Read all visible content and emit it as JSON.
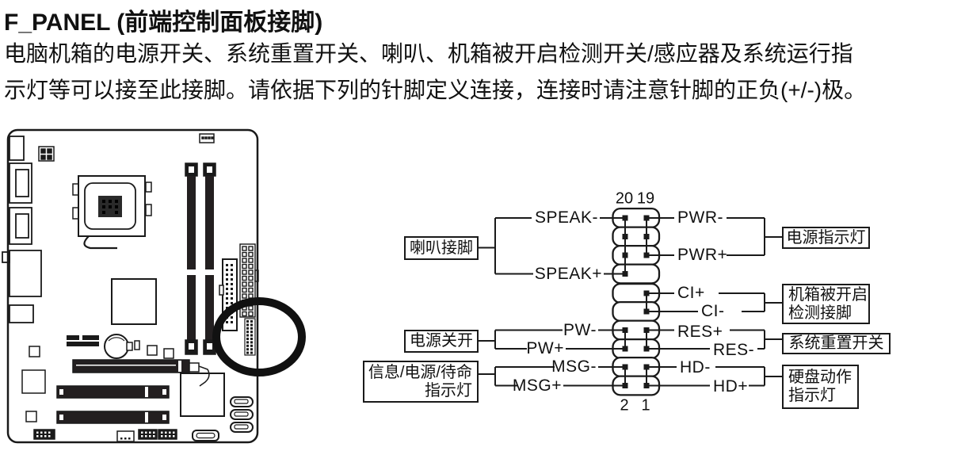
{
  "page": {
    "title": "F_PANEL (前端控制面板接脚)",
    "body_line1": "电脑机箱的电源开关、系统重置开关、喇叭、机箱被开启检测开关/感应器及系统运行指",
    "body_line2": "示灯等可以接至此接脚。请依据下列的针脚定义连接，连接时请注意针脚的正负(+/-)极。"
  },
  "diagram": {
    "pin_numbers": {
      "top_left": "20",
      "top_right": "19",
      "bottom_left": "2",
      "bottom_right": "1"
    },
    "pin_labels": {
      "speak_minus": "SPEAK-",
      "speak_plus": "SPEAK+",
      "pw_minus": "PW-",
      "pw_plus": "PW+",
      "msg_minus": "MSG-",
      "msg_plus": "MSG+",
      "pwr_minus": "PWR-",
      "pwr_plus": "PWR+",
      "ci_plus": "CI+",
      "ci_minus": "CI-",
      "res_plus": "RES+",
      "res_minus": "RES-",
      "hd_minus": "HD-",
      "hd_plus": "HD+"
    },
    "boxes": {
      "speaker": {
        "line1": "喇叭接脚"
      },
      "power_switch": {
        "line1": "电源关开"
      },
      "msg_led": {
        "line1": "信息/电源/待命",
        "line2": "指示灯"
      },
      "power_led": {
        "line1": "电源指示灯"
      },
      "chassis_intrusion": {
        "line1": "机箱被开启",
        "line2": "检测接脚"
      },
      "reset_switch": {
        "line1": "系统重置开关"
      },
      "hdd_led": {
        "line1": "硬盘动作",
        "line2": "指示灯"
      }
    },
    "colors": {
      "line": "#1a1a1a",
      "slot_fill": "#231f20"
    }
  }
}
